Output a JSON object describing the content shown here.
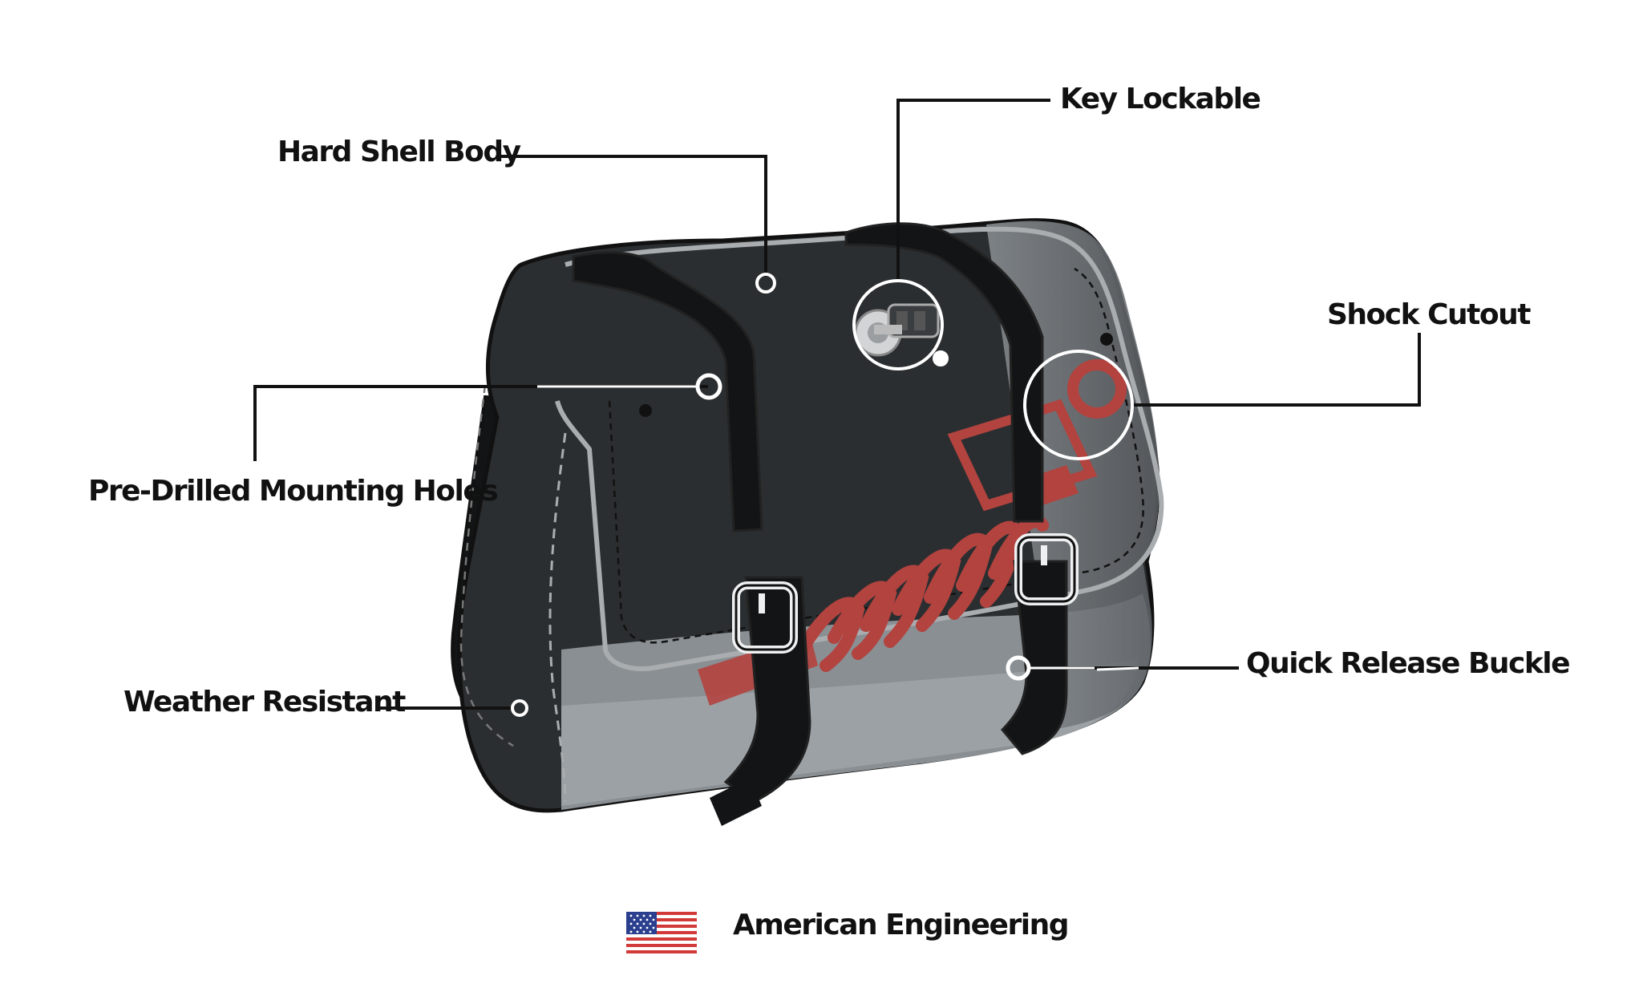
{
  "diagram": {
    "callouts": {
      "hard_shell_body": "Hard Shell Body",
      "key_lockable": "Key Lockable",
      "shock_cutout": "Shock Cutout",
      "pre_drilled_mounting_holes": "Pre-Drilled Mounting Holes",
      "weather_resistant": "Weather Resistant",
      "quick_release_buckle": "Quick Release Buckle"
    },
    "footer": {
      "text": "American Engineering",
      "flag_icon": "us-flag-icon"
    },
    "colors": {
      "bag_dark": "#2b2e30",
      "bag_black": "#121415",
      "shell_gray": "#7f8488",
      "trim": "#a9adb0",
      "shock_red": "#b2433f",
      "leader": "#111111"
    }
  }
}
